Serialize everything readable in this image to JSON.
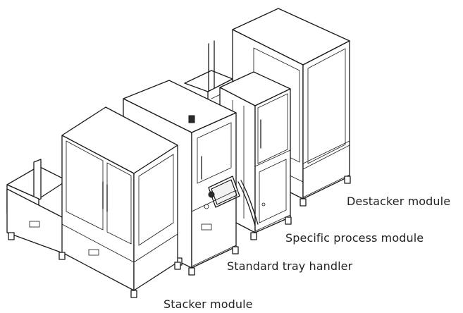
{
  "labels": {
    "destacker": "Destacker module",
    "specific_process": "Specific process module",
    "standard_tray": "Standard tray handler",
    "stacker": "Stacker module"
  }
}
